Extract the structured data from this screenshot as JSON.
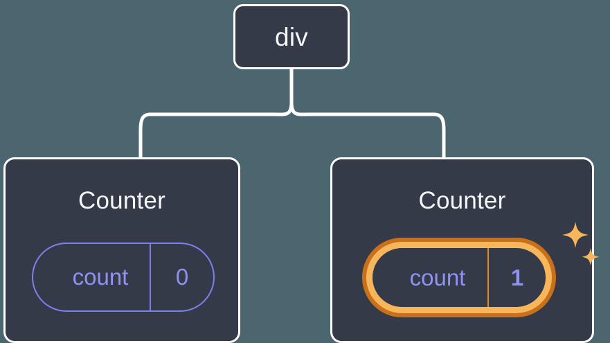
{
  "diagram": {
    "type": "component-tree",
    "background_color": "#4c6670",
    "node_fill_color": "#353a49",
    "node_border_color": "#ffffff",
    "state_color": "#8f92f2",
    "highlight_outer_color": "#c8701a",
    "highlight_inner_color": "#f7b65c",
    "sparkle_color": "#f7b65c"
  },
  "root": {
    "label": "div"
  },
  "children": [
    {
      "title": "Counter",
      "state": {
        "key": "count",
        "value": "0"
      },
      "highlighted": false
    },
    {
      "title": "Counter",
      "state": {
        "key": "count",
        "value": "1"
      },
      "highlighted": true
    }
  ],
  "icons": {
    "sparkle_large": "sparkle-icon",
    "sparkle_small": "sparkle-icon"
  }
}
